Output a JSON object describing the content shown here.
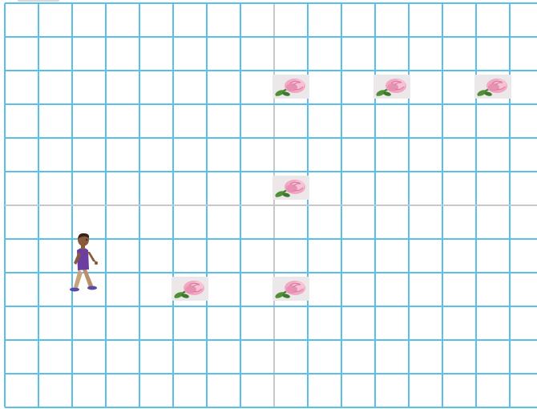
{
  "board": {
    "columns": 16,
    "rows": 12,
    "grid_color": "#5bc0e8",
    "axis_color": "#c8c8c8",
    "background_color": "#ffffff"
  },
  "character": {
    "icon": "walking-boy-icon",
    "cell": {
      "col": 2,
      "row": 8
    },
    "shirt_color": "#6a3fa0",
    "pants_color": "#c9a27a",
    "skin_color": "#8a5a3c"
  },
  "flowers": {
    "icon": "rose-icon",
    "petal_color": "#f2a7c3",
    "cells": [
      {
        "col": 8,
        "row": 2
      },
      {
        "col": 11,
        "row": 2
      },
      {
        "col": 14,
        "row": 2
      },
      {
        "col": 8,
        "row": 5
      },
      {
        "col": 5,
        "row": 8
      },
      {
        "col": 8,
        "row": 8
      }
    ]
  }
}
